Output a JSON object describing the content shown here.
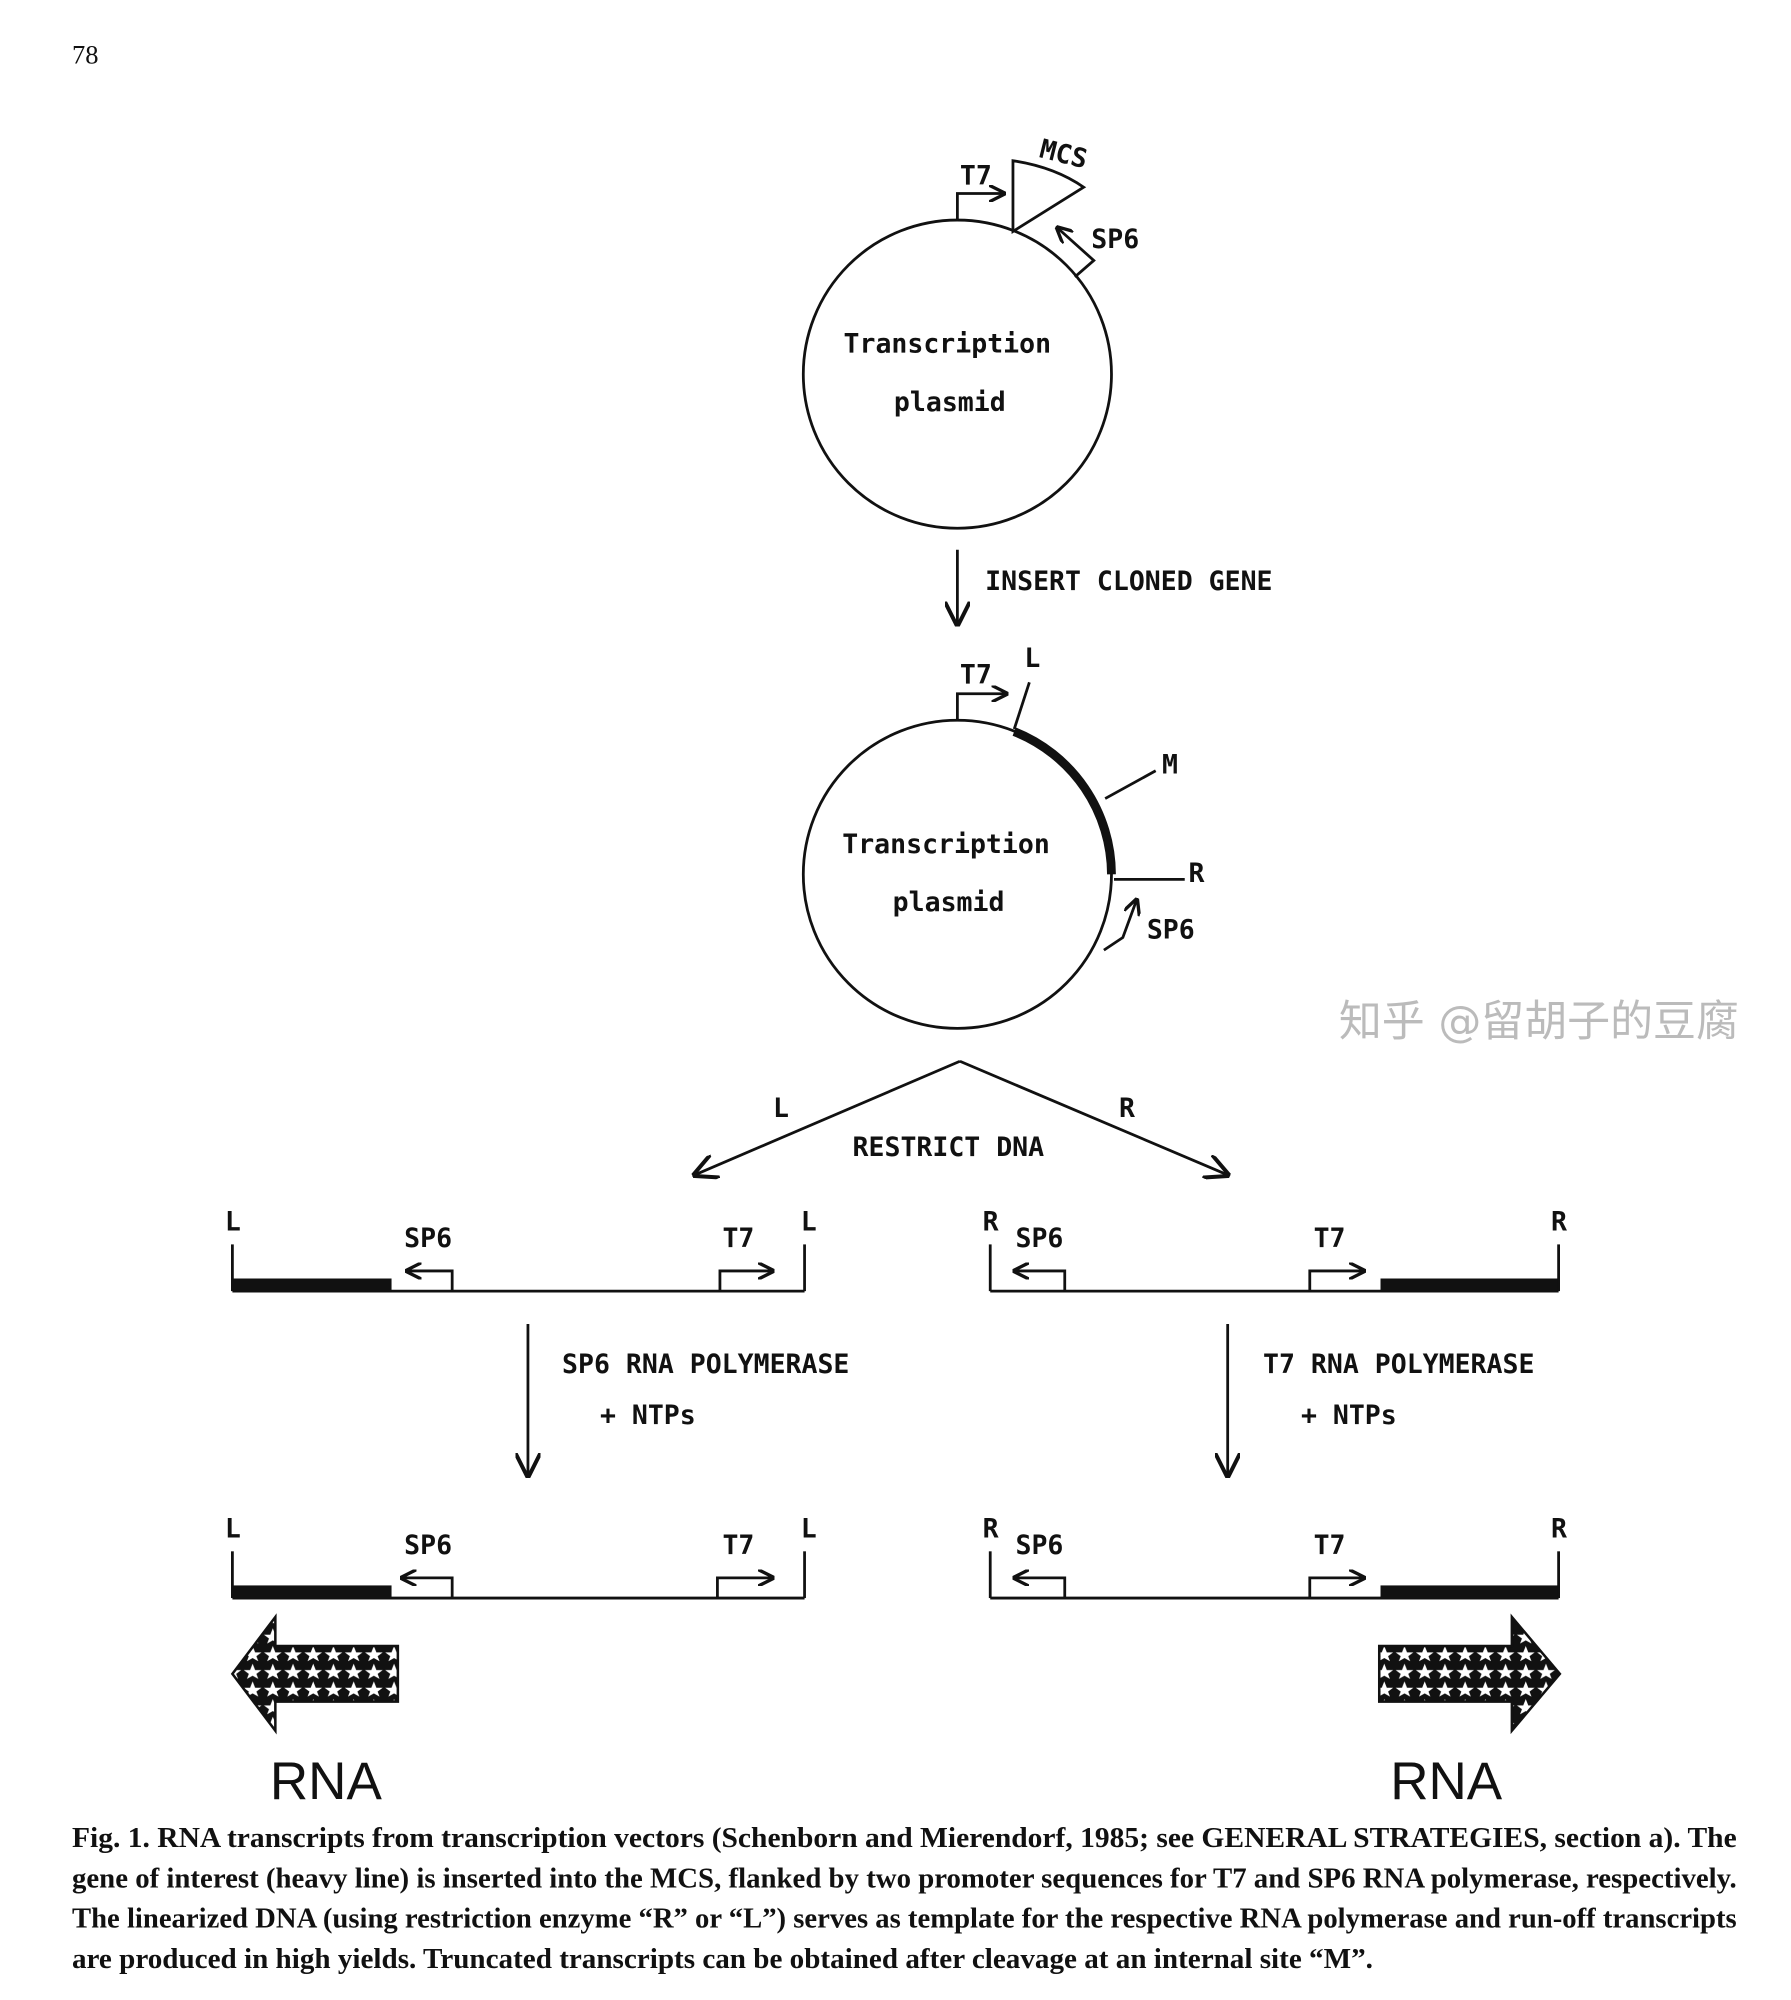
{
  "page_number": "78",
  "plasmid1": {
    "line1": "Transcription",
    "line2": "plasmid",
    "t7": "T7",
    "mcs": "MCS",
    "sp6": "SP6"
  },
  "step1": "INSERT CLONED GENE",
  "plasmid2": {
    "line1": "Transcription",
    "line2": "plasmid",
    "t7": "T7",
    "l": "L",
    "m": "M",
    "r": "R",
    "sp6": "SP6"
  },
  "restrict": {
    "label": "RESTRICT DNA",
    "left": "L",
    "right": "R"
  },
  "left_branch": {
    "end_label": "L",
    "sp6": "SP6",
    "t7": "T7",
    "enzyme_line1": "SP6 RNA POLYMERASE",
    "enzyme_line2": "+ NTPs",
    "product": "RNA"
  },
  "right_branch": {
    "end_label": "R",
    "sp6": "SP6",
    "t7": "T7",
    "enzyme_line1": "T7 RNA POLYMERASE",
    "enzyme_line2": "+ NTPs",
    "product": "RNA"
  },
  "caption": [
    "Fig. 1.  RNA transcripts from transcription vectors (Schenborn and Mierendorf, 1985; see GENERAL STRATEGIES, section a). The",
    "gene of interest (heavy line) is inserted into the MCS, flanked by two promoter sequences for T7 and SP6 RNA polymerase, respectively.",
    "The linearized DNA (using restriction enzyme “R” or “L”) serves as template for the respective RNA polymerase and run-off transcripts",
    "are produced in high yields. Truncated transcripts can be obtained after cleavage at an internal site “M”."
  ],
  "watermark": "知乎 @留胡子的豆腐"
}
